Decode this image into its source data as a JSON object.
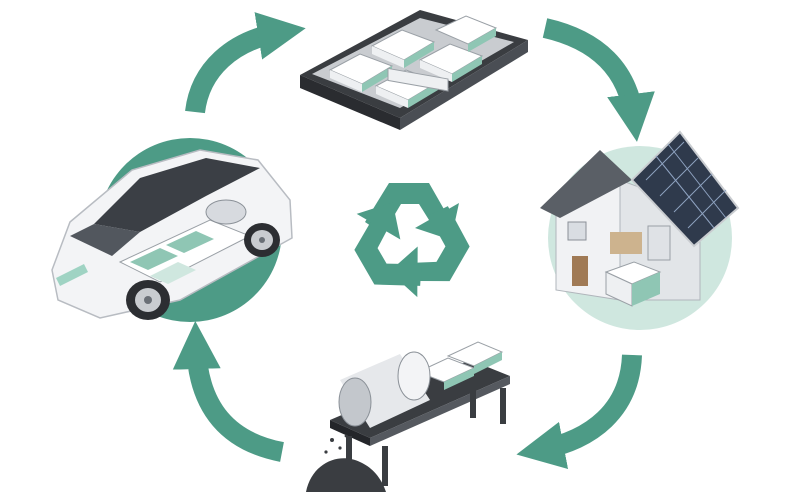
{
  "diagram": {
    "type": "battery-lifecycle-cycle",
    "stages": [
      {
        "id": "battery-pack",
        "icon": "battery-pack-icon"
      },
      {
        "id": "home-energy-storage",
        "icon": "solar-house-icon"
      },
      {
        "id": "recycling-conveyor",
        "icon": "shredder-conveyor-icon"
      },
      {
        "id": "electric-vehicle",
        "icon": "electric-car-icon"
      }
    ],
    "center_icon": "recycle-icon",
    "arrow_direction": "clockwise"
  },
  "colors": {
    "accent": "#4d9b86",
    "accent_light": "#cfe7df",
    "accent_mid": "#8fc6b4",
    "dark": "#3a3d41",
    "gray": "#c9ccd0",
    "light": "#eef0f2",
    "white": "#ffffff"
  }
}
